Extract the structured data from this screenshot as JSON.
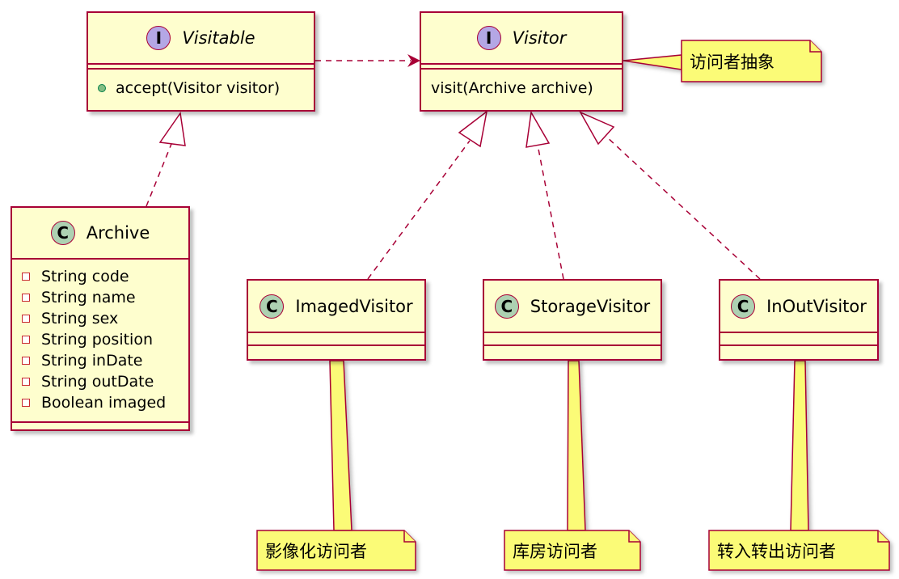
{
  "classes": {
    "visitable": {
      "stereotype": "I",
      "name": "Visitable",
      "methods": [
        {
          "visibility": "public",
          "text": "accept(Visitor visitor)"
        }
      ]
    },
    "visitor": {
      "stereotype": "I",
      "name": "Visitor",
      "methods": [
        {
          "visibility": "none",
          "text": "visit(Archive archive)"
        }
      ]
    },
    "archive": {
      "stereotype": "C",
      "name": "Archive",
      "fields": [
        "String code",
        "String name",
        "String sex",
        "String position",
        "String inDate",
        "String outDate",
        "Boolean imaged"
      ]
    },
    "imaged_visitor": {
      "stereotype": "C",
      "name": "ImagedVisitor"
    },
    "storage_visitor": {
      "stereotype": "C",
      "name": "StorageVisitor"
    },
    "inout_visitor": {
      "stereotype": "C",
      "name": "InOutVisitor"
    }
  },
  "notes": {
    "visitor_note": "访问者抽象",
    "imaged_note": "影像化访问者",
    "storage_note": "库房访问者",
    "inout_note": "转入转出访问者"
  },
  "colors": {
    "class_fill": "#fefece",
    "border": "#a80036",
    "interface_badge": "#b4a7e5",
    "class_badge": "#add1b2",
    "note_fill": "#fbfb77"
  }
}
